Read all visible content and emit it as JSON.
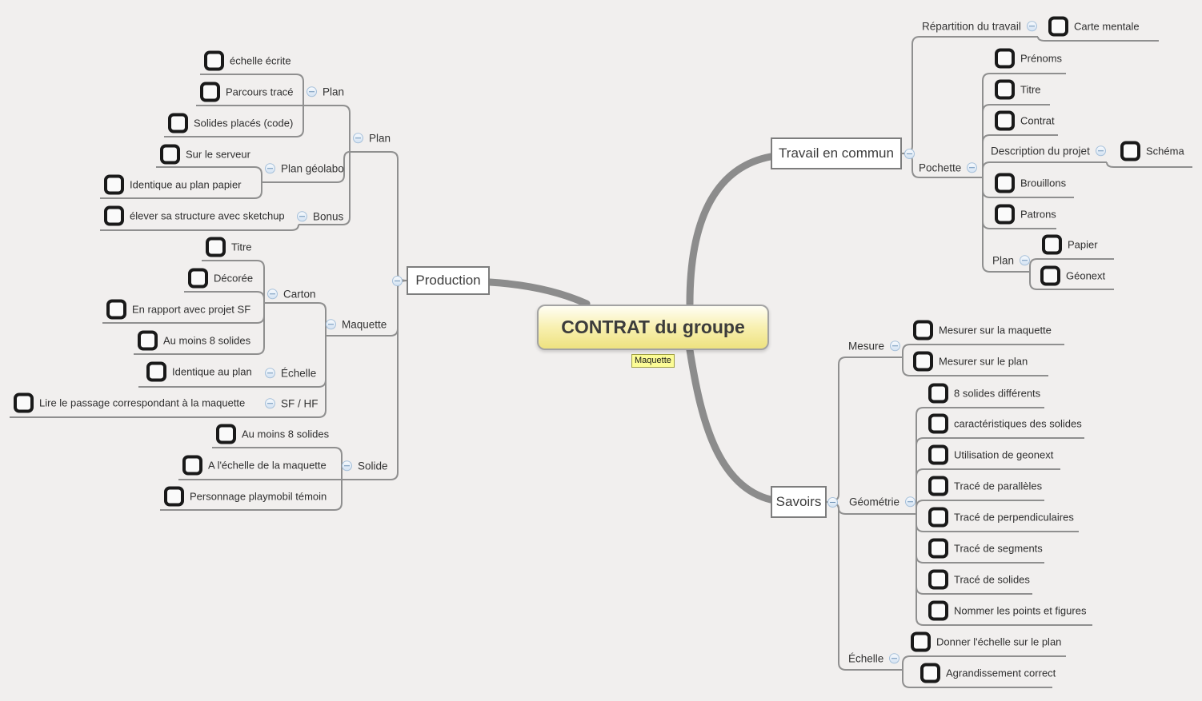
{
  "central": {
    "label": "CONTRAT du groupe",
    "tag": "Maquette"
  },
  "production": {
    "label": "Production",
    "plan": {
      "label": "Plan",
      "plan": {
        "label": "Plan",
        "items": [
          "échelle écrite",
          "Parcours tracé",
          "Solides placés (code)"
        ]
      },
      "geolabo": {
        "label": "Plan géolabo",
        "items": [
          "Sur le serveur",
          "Identique  au plan papier"
        ]
      },
      "bonus": {
        "label": "Bonus",
        "items": [
          "élever sa structure avec sketchup"
        ]
      }
    },
    "maquette": {
      "label": "Maquette",
      "carton": {
        "label": "Carton",
        "items": [
          "Titre",
          "Décorée",
          "En rapport avec projet SF",
          "Au moins 8 solides"
        ]
      },
      "echelle": {
        "label": "Échelle",
        "items": [
          "Identique au plan"
        ]
      },
      "sfhf": {
        "label": "SF / HF",
        "items": [
          "Lire le passage correspondant à la maquette"
        ]
      }
    },
    "solide": {
      "label": "Solide",
      "items": [
        "Au moins 8 solides",
        "A l'échelle de la maquette",
        "Personnage playmobil témoin"
      ]
    }
  },
  "travail": {
    "label": "Travail en commun",
    "repartition": {
      "label": "Répartition du travail",
      "items": [
        "Carte mentale"
      ]
    },
    "pochette": {
      "label": "Pochette",
      "items": [
        "Prénoms",
        "Titre",
        "Contrat",
        "Brouillons",
        "Patrons"
      ],
      "description": {
        "label": "Description du projet",
        "items": [
          "Schéma"
        ]
      },
      "plan": {
        "label": "Plan",
        "items": [
          "Papier",
          "Géonext"
        ]
      }
    }
  },
  "savoirs": {
    "label": "Savoirs",
    "mesure": {
      "label": "Mesure",
      "items": [
        "Mesurer sur la maquette",
        "Mesurer sur le plan"
      ]
    },
    "geometrie": {
      "label": "Géométrie",
      "items": [
        "8 solides différents",
        "caractéristiques des solides",
        "Utilisation de geonext",
        "Tracé de parallèles",
        "Tracé de perpendiculaires",
        "Tracé de segments",
        "Tracé de solides",
        "Nommer les points et figures"
      ]
    },
    "echelle": {
      "label": "Échelle",
      "items": [
        "Donner l'échelle sur le plan",
        "Agrandissement correct"
      ]
    }
  },
  "colors": {
    "background": "#f1efee",
    "line": "#8f8f8f",
    "thick_edge": "#8c8c8c",
    "central_fill_top": "#fffef4",
    "central_fill_bottom": "#eee27f",
    "tag_fill": "#fcfc96"
  }
}
